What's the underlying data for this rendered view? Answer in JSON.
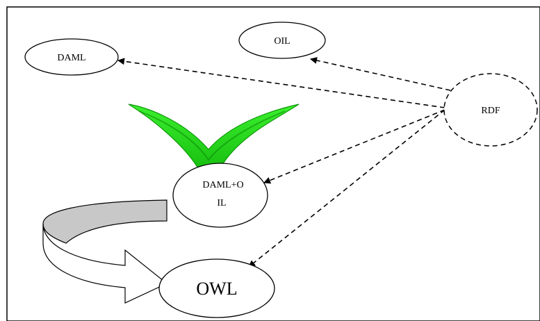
{
  "diagram": {
    "nodes": {
      "daml": {
        "label": "DAML"
      },
      "oil": {
        "label": "OIL"
      },
      "rdf": {
        "label": "RDF"
      },
      "daml_oil": {
        "label_line1": "DAML+O",
        "label_line2": "IL"
      },
      "owl": {
        "label": "OWL"
      }
    },
    "colors": {
      "green_arrow": "#22e01a",
      "green_arrow_dark": "#11a20c",
      "curved_arrow_top": "#c8c8c8",
      "line": "#000000"
    }
  }
}
